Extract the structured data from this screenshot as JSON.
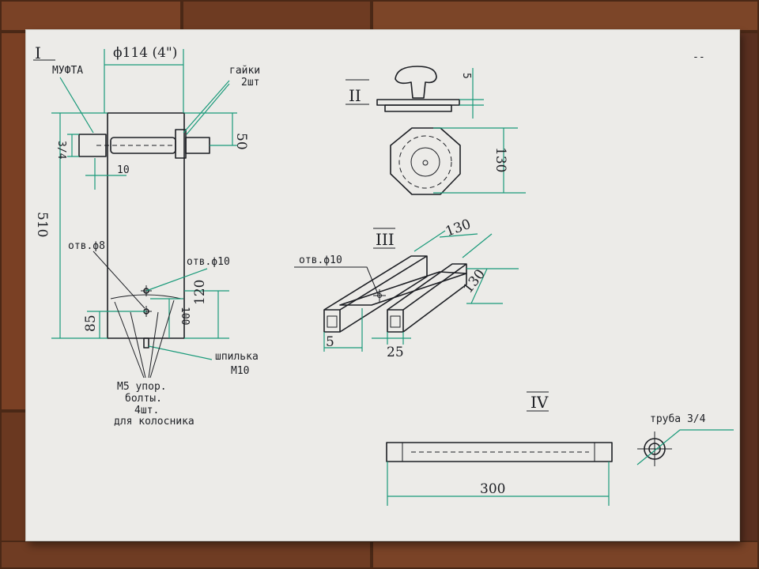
{
  "sections": {
    "s1": {
      "numeral": "I",
      "diameter": "ϕ114 (4\")",
      "coupling": "МУФТА",
      "nuts_line1": "гайки",
      "nuts_line2": "2шт",
      "dim_50": "50",
      "dim_34": "3/4",
      "dim_10": "10",
      "dim_510": "510",
      "hole8": "отв.ϕ8",
      "hole10": "отв.ϕ10",
      "dim_120": "120",
      "dim_100": "100",
      "dim_85": "85",
      "pin_line1": "шпилька",
      "pin_line2": "М10",
      "bolts_line1": "М5 упор.",
      "bolts_line2": "болты.",
      "bolts_line3": "4шт.",
      "bolts_line4": "для колосника"
    },
    "s2": {
      "numeral": "II",
      "dim_5": "5",
      "dim_130": "130"
    },
    "s3": {
      "numeral": "III",
      "dim_130_top": "130",
      "dim_130_side": "130",
      "hole10": "отв.ϕ10",
      "dim_5": "5",
      "dim_25": "25"
    },
    "s4": {
      "numeral": "IV",
      "pipe": "труба 3/4",
      "dim_300": "300"
    }
  },
  "corner_mark": "--"
}
